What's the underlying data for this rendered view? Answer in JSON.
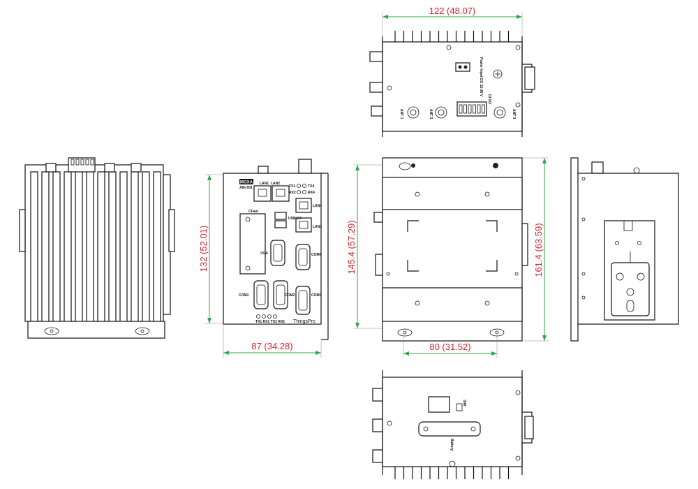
{
  "dimensions": {
    "top_width": "122 (48.07)",
    "front_height": "132 (52.01)",
    "front_width": "87 (34.28)",
    "rear_height": "145.4 (57.29)",
    "rear_total_height": "161.4 (63.59)",
    "rear_bracket_width": "80 (31.52)"
  },
  "front_panel": {
    "model": "AIG-501",
    "brand_logo": "MOXA",
    "product": "ThingsPro",
    "ports": {
      "lan1": "LAN1",
      "lan2": "LAN2",
      "lan3": "LAN3",
      "lan4": "LAN4",
      "usb": "USB 2.0",
      "vga": "VGA",
      "cfast": "CFast",
      "com1": "COM1",
      "com2": "COM2",
      "com3": "COM3",
      "com4": "COM4"
    },
    "leds": {
      "tx2": "TX2",
      "rx2": "RX2",
      "tx4": "TX4",
      "rx4": "RX4",
      "bottom": "TX1 RX1 TX2 RX2"
    }
  },
  "top_view": {
    "power_label": "Power Input DC 12-36 V",
    "antennas": [
      "ANT 1",
      "ANT 2",
      "ANT 3"
    ],
    "terminal": "DI DO"
  },
  "bottom_view": {
    "sim": "SIM",
    "battery": "Battery"
  },
  "colors": {
    "dimension_line": "#2aa84a",
    "dimension_text": "#d0262b",
    "drawing": "#111111"
  }
}
